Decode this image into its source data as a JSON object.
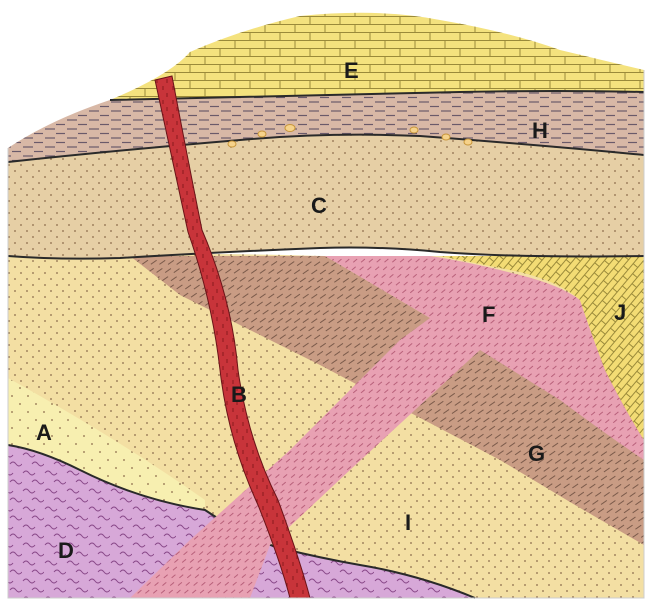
{
  "diagram": {
    "layers": [
      {
        "id": "A",
        "label": "A",
        "fill": "#f7efb0",
        "pattern": "dots"
      },
      {
        "id": "B",
        "label": "B",
        "fill": "#c8343a",
        "pattern": "dyke"
      },
      {
        "id": "C",
        "label": "C",
        "fill": "#e6cfa5",
        "pattern": "dots"
      },
      {
        "id": "D",
        "label": "D",
        "fill": "#d7a8d8",
        "pattern": "wavy"
      },
      {
        "id": "E",
        "label": "E",
        "fill": "#f4e27e",
        "pattern": "brick"
      },
      {
        "id": "F",
        "label": "F",
        "fill": "#e8a1b3",
        "pattern": "dashes"
      },
      {
        "id": "G",
        "label": "G",
        "fill": "#c99c84",
        "pattern": "dashes"
      },
      {
        "id": "H",
        "label": "H",
        "fill": "#d8b8a6",
        "pattern": "dashlines"
      },
      {
        "id": "I",
        "label": "I",
        "fill": "#f3dfa3",
        "pattern": "dots"
      },
      {
        "id": "J",
        "label": "J",
        "fill": "#f3dc74",
        "pattern": "brick-curved"
      }
    ],
    "colors": {
      "outline": "#2a2a2a",
      "dot": "#8a6a4a",
      "dash_dark": "#7a5a4a",
      "dash_pink": "#b8607a",
      "wavy": "#8a4a8a",
      "brick_line": "#9a8a3a",
      "pebble": "#c8963a"
    }
  }
}
